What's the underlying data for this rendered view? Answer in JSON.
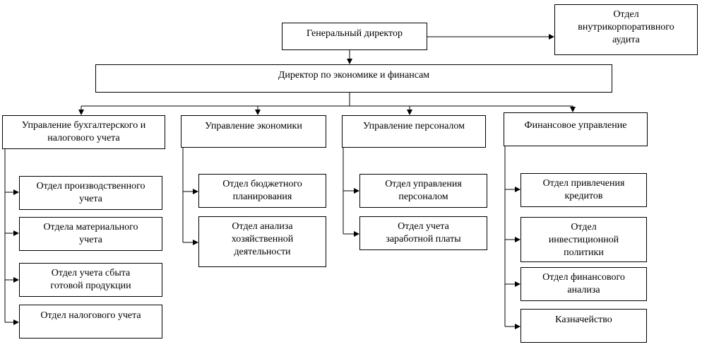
{
  "chart": {
    "general_director": "Генеральный директор",
    "internal_audit": "Отдел\nвнутрикорпоративного\nаудита",
    "finance_director": "Директор по экономике и финансам",
    "divisions": [
      {
        "title": "Управление бухгалтерского и\nналогового учета",
        "departments": [
          "Отдел производственного\nучета",
          "Отдела материального\nучета",
          "Отдел учета сбыта\nготовой продукции",
          "Отдел налогового учета"
        ]
      },
      {
        "title": "Управление экономики",
        "departments": [
          "Отдел бюджетного\nпланирования",
          "Отдел анализа\nхозяйственной\nдеятельности"
        ]
      },
      {
        "title": "Управление персоналом",
        "departments": [
          "Отдел управления\nперсоналом",
          "Отдел учета\nзаработной платы"
        ]
      },
      {
        "title": "Финансовое управление",
        "departments": [
          "Отдел привлечения\nкредитов",
          "Отдел\nинвестиционной\nполитики",
          "Отдел финансового\nанализа",
          "Казначейство"
        ]
      }
    ]
  }
}
